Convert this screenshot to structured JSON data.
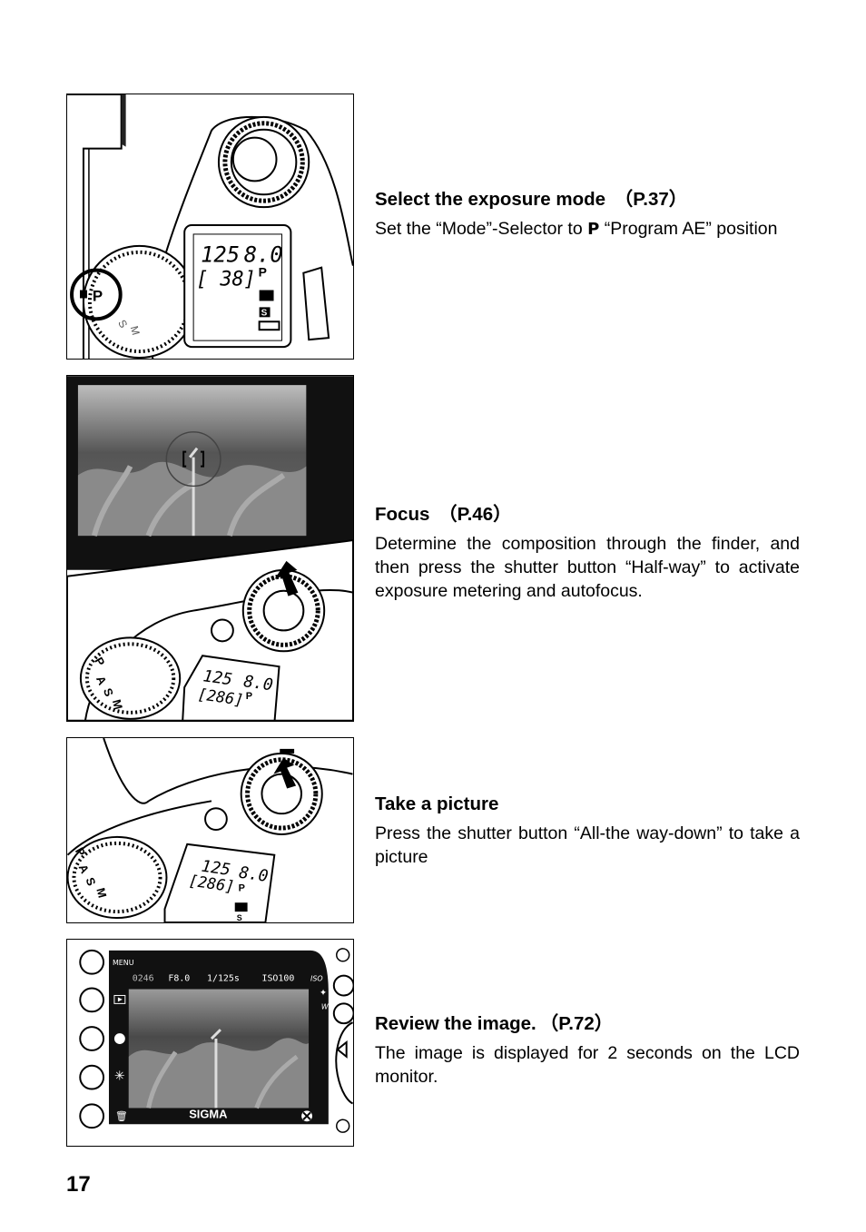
{
  "page_number": "17",
  "steps": [
    {
      "title": "Select the exposure mode",
      "ref": "（P.37）",
      "body_before": "Set the “Mode”-Selector to",
      "mode_glyph": "P",
      "body_after": "“Program AE” position"
    },
    {
      "title": "Focus",
      "ref": "（P.46）",
      "body": "Determine the composition through the finder, and then press the shutter button “Half-way” to activate exposure metering and autofocus."
    },
    {
      "title": "Take a picture",
      "body": "Press the shutter button “All-the way-down” to take a picture"
    },
    {
      "title": "Review the image.",
      "ref": "（P.72）",
      "body": "The image is displayed for 2 seconds on the LCD monitor."
    }
  ],
  "figures": {
    "mode_dial": {
      "lcd_shutter": "125",
      "lcd_aperture": "8.0",
      "lcd_frames": "[ 38]",
      "lcd_mode": "P",
      "lcd_drive": "S",
      "dial_labels": [
        "P",
        "S",
        "M"
      ]
    },
    "focus": {
      "lcd_shutter": "125",
      "lcd_aperture": "8.0",
      "lcd_frames": "[286]",
      "lcd_mode": "P",
      "dial_labels": [
        "P",
        "A",
        "S",
        "M"
      ]
    },
    "shutter": {
      "lcd_shutter": "125",
      "lcd_aperture": "8.0",
      "lcd_frames": "[286]",
      "lcd_mode": "P",
      "lcd_drive": "S",
      "dial_labels": [
        "P",
        "A",
        "S",
        "M"
      ]
    },
    "review": {
      "menu_label": "MENU",
      "frame_no": "0246",
      "aperture": "F8.0",
      "shutter": "1/125s",
      "iso": "ISO100",
      "iso_btn": "ISO",
      "wb_btn": "WB",
      "brand": "SIGMA"
    }
  }
}
